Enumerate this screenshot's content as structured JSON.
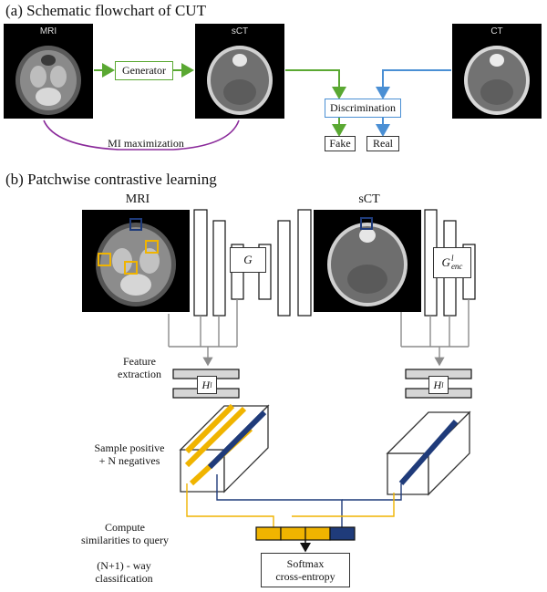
{
  "section_a": {
    "title": "(a) Schematic flowchart of CUT",
    "mri_label": "MRI",
    "sct_label": "sCT",
    "ct_label": "CT",
    "generator": "Generator",
    "discrimination": "Discrimination",
    "fake": "Fake",
    "real": "Real",
    "mi": "MI maximization"
  },
  "section_b": {
    "title": "(b) Patchwise contrastive learning",
    "mri": "MRI",
    "sct": "sCT",
    "g_label": "G",
    "genc_label": "G",
    "genc_sup": "l",
    "genc_sub": "enc",
    "hl_left": "H",
    "hl_left_sub": "l",
    "hl_right": "H",
    "hl_right_sub": "l",
    "feature_line1": "Feature",
    "feature_line2": "extraction",
    "sample_line1": "Sample positive",
    "sample_line2": "+ N negatives",
    "compute_line1": "Compute",
    "compute_line2": "similarities to query",
    "nplus1_line1": "(N+1) - way",
    "nplus1_line2": "classification",
    "softmax_line1": "Softmax",
    "softmax_line2": "cross-entropy"
  },
  "colors": {
    "green": "#5aa832",
    "blue": "#4a8fd4",
    "purple": "#8a2a9a",
    "yellow": "#f0b400",
    "navy": "#1f3b7a",
    "gray": "#8c8c8c"
  }
}
